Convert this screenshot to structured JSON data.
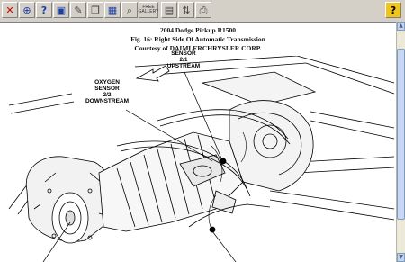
{
  "toolbar": {
    "buttons": [
      {
        "name": "close-button",
        "icon": "red-x-icon",
        "glyph": "✕",
        "color": "#cc0000"
      },
      {
        "name": "zoom-in-button",
        "icon": "magnifier-plus-icon",
        "glyph": "⊕",
        "color": "#1a3fa8"
      },
      {
        "name": "find-button",
        "icon": "magnifier-question-icon",
        "glyph": "?",
        "color": "#1a3fa8"
      },
      {
        "name": "view-button",
        "icon": "window-icon",
        "glyph": "▣",
        "color": "#1a3fa8"
      },
      {
        "name": "notes-button",
        "icon": "notes-icon",
        "glyph": "✎",
        "color": "#444444"
      },
      {
        "name": "copy-button",
        "icon": "copy-page-icon",
        "glyph": "❐",
        "color": "#444444"
      },
      {
        "name": "image-button",
        "icon": "image-icon",
        "glyph": "▦",
        "color": "#1a3fa8"
      },
      {
        "name": "search-button",
        "icon": "search-icon",
        "glyph": "⌕",
        "color": "#444444"
      },
      {
        "name": "free-gallery-button",
        "icon": "free-gallery-icon",
        "label": "FREE GALLERY"
      },
      {
        "name": "parts-button",
        "icon": "parts-icon",
        "glyph": "▤",
        "color": "#444444"
      },
      {
        "name": "refresh-button",
        "icon": "refresh-icon",
        "glyph": "⇅",
        "color": "#444444"
      },
      {
        "name": "print-button",
        "icon": "printer-icon",
        "glyph": "⎙",
        "color": "#444444"
      }
    ],
    "help_glyph": "?"
  },
  "caption": {
    "title": "2004 Dodge Pickup R1500",
    "figure": "Fig. 16: Right Side Of Automatic Transmission",
    "courtesy": "Courtesy of DAIMLERCHRYSLER CORP."
  },
  "diagram_labels": {
    "sensor_upstream": {
      "line1": "SENSOR",
      "line2": "2/1",
      "line3": "UPSTREAM"
    },
    "sensor_downstream": {
      "line1": "OXYGEN",
      "line2": "SENSOR",
      "line3": "2/2",
      "line4": "DOWNSTREAM"
    }
  },
  "colors": {
    "toolbar_bg": "#d4d0c8",
    "help_icon_bg": "#f0c419",
    "close_icon": "#cc0000"
  }
}
